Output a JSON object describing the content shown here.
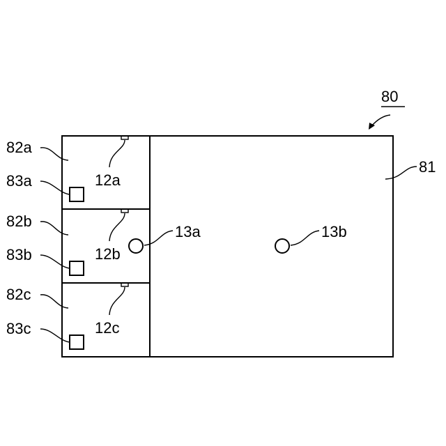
{
  "labels": {
    "ref80": "80",
    "ref81": "81",
    "ref82a": "82a",
    "ref82b": "82b",
    "ref82c": "82c",
    "ref83a": "83a",
    "ref83b": "83b",
    "ref83c": "83c",
    "ref12a": "12a",
    "ref12b": "12b",
    "ref12c": "12c",
    "ref13a": "13a",
    "ref13b": "13b"
  }
}
